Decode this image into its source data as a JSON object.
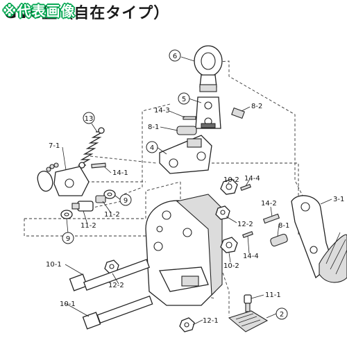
{
  "header": {
    "title": "GVC型（自在タイプ）",
    "badge": "※代表画像",
    "badge_color": "#00a650"
  },
  "callouts": [
    {
      "id": "6",
      "label": "6"
    },
    {
      "id": "5",
      "label": "5"
    },
    {
      "id": "8-2",
      "label": "8-2"
    },
    {
      "id": "14-3",
      "label": "14-3"
    },
    {
      "id": "13",
      "label": "13"
    },
    {
      "id": "8-1a",
      "label": "8-1"
    },
    {
      "id": "4",
      "label": "4"
    },
    {
      "id": "7-1",
      "label": "7-1"
    },
    {
      "id": "14-1",
      "label": "14-1"
    },
    {
      "id": "10-2a",
      "label": "10-2"
    },
    {
      "id": "14-4a",
      "label": "14-4"
    },
    {
      "id": "14-2",
      "label": "14-2"
    },
    {
      "id": "3-1",
      "label": "3-1"
    },
    {
      "id": "9a",
      "label": "9"
    },
    {
      "id": "11-2a",
      "label": "11-2"
    },
    {
      "id": "11-2b",
      "label": "11-2"
    },
    {
      "id": "9b",
      "label": "9"
    },
    {
      "id": "12-2a",
      "label": "12-2"
    },
    {
      "id": "8-1b",
      "label": "8-1"
    },
    {
      "id": "10-1a",
      "label": "10-1"
    },
    {
      "id": "12-2b",
      "label": "12-2"
    },
    {
      "id": "14-4b",
      "label": "14-4"
    },
    {
      "id": "10-2b",
      "label": "10-2"
    },
    {
      "id": "11-1",
      "label": "11-1"
    },
    {
      "id": "10-1b",
      "label": "10-1"
    },
    {
      "id": "2",
      "label": "2"
    },
    {
      "id": "12-1",
      "label": "12-1"
    }
  ]
}
